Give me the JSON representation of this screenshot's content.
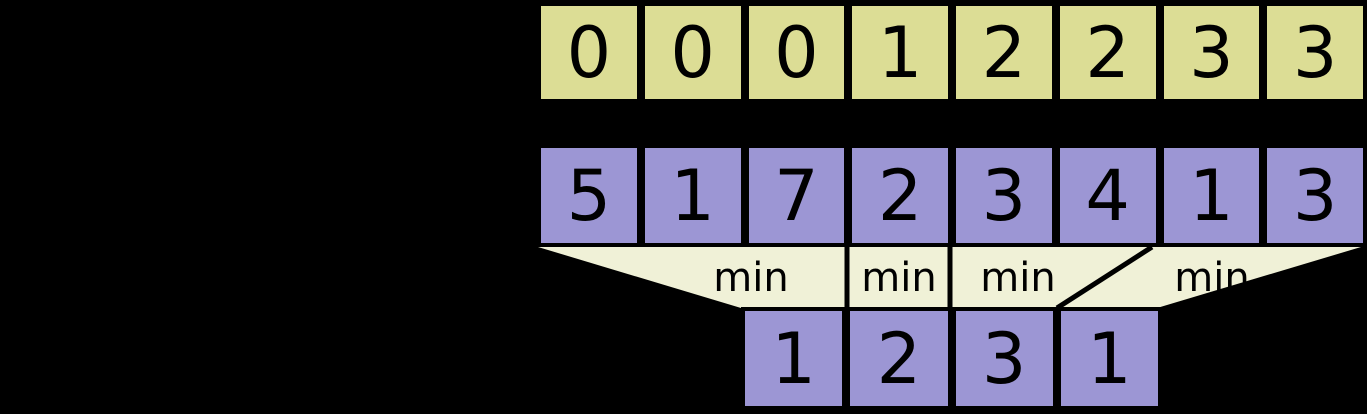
{
  "colors": {
    "background": "#000000",
    "segment_row_fill": "#dcdd95",
    "value_row_fill": "#9c96d4",
    "reduce_band_fill": "#f0f1d7",
    "cell_border": "#000000",
    "text": "#000000"
  },
  "rows": {
    "segment_ids": {
      "cells": [
        "0",
        "0",
        "0",
        "1",
        "2",
        "2",
        "3",
        "3"
      ]
    },
    "values": {
      "cells": [
        "5",
        "1",
        "7",
        "2",
        "3",
        "4",
        "1",
        "3"
      ]
    },
    "results": {
      "cells": [
        "1",
        "2",
        "3",
        "1"
      ]
    }
  },
  "operators": {
    "labels": [
      "min",
      "min",
      "min",
      "min"
    ]
  }
}
